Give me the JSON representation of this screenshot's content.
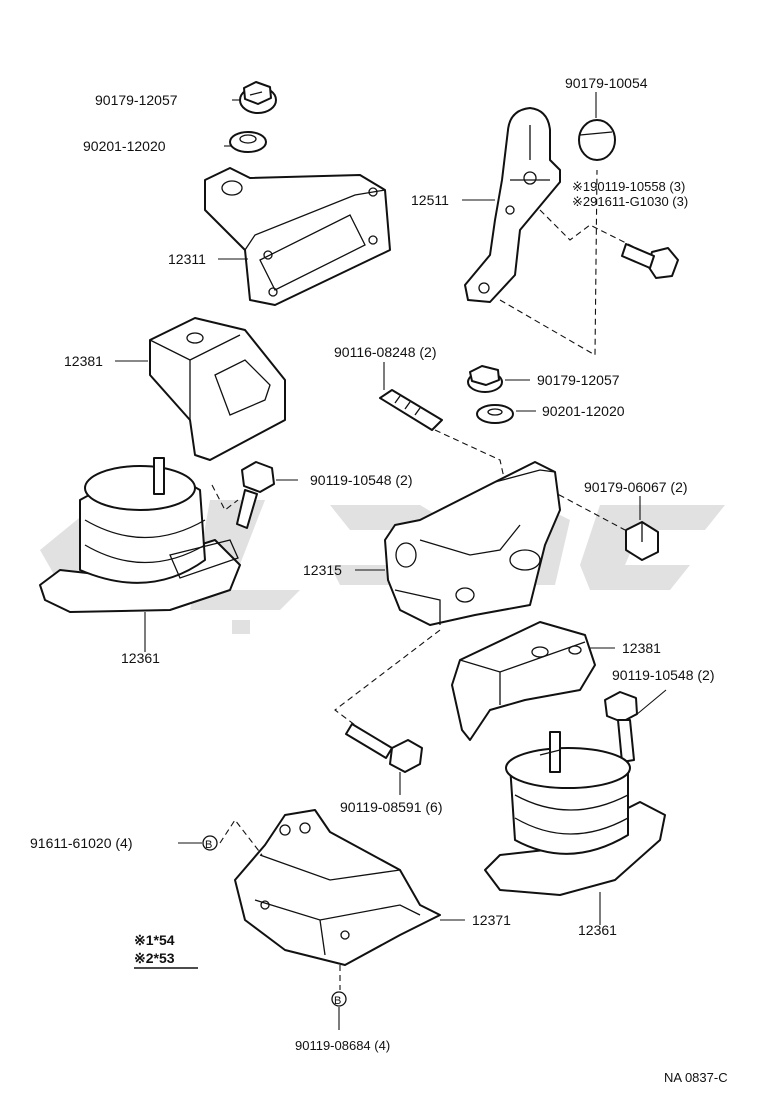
{
  "labels": {
    "nut_12057_top": "90179-12057",
    "washer_12020_top": "90201-12020",
    "bracket_12311": "12311",
    "insulator_12381_left": "12381",
    "mount_12361_left": "12361",
    "bolt_10548_left": "90119-10548 (2)",
    "nut_10054": "90179-10054",
    "stay_12511": "12511",
    "bolt_note_1": "※190119-10558 (3)",
    "bolt_note_2": "※291611-G1030 (3)",
    "stud_08248": "90116-08248 (2)",
    "nut_12057_mid": "90179-12057",
    "washer_12020_mid": "90201-12020",
    "nut_06067": "90179-06067 (2)",
    "bracket_12315": "12315",
    "insulator_12381_right": "12381",
    "bolt_10548_right": "90119-10548 (2)",
    "bolt_08591": "90119-08591 (6)",
    "bolt_61020": "91611-61020 (4)",
    "member_12371": "12371",
    "mount_12361_right": "12361",
    "bolt_08684": "90119-08684 (4)",
    "note_line1": "※1*54",
    "note_line2": "※2*53",
    "ref_code": "NA 0837-C",
    "marker_b": "B"
  },
  "icons": {
    "watermark": "logo-watermark",
    "marker": "circled-letter-marker"
  },
  "colors": {
    "ink": "#111111",
    "background": "#ffffff",
    "watermark": "#c9c9c9"
  }
}
